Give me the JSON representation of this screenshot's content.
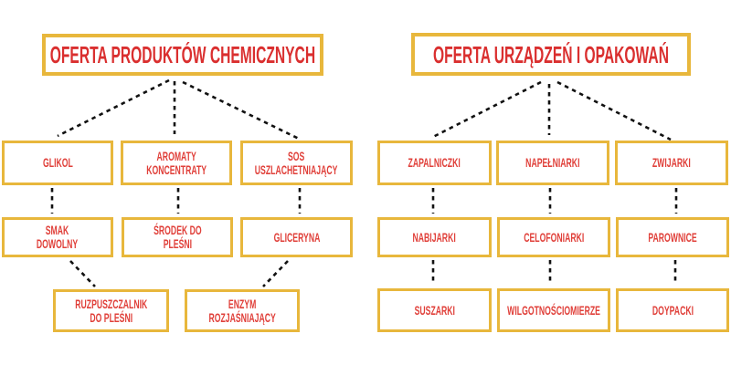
{
  "colors": {
    "background": "#ffffff",
    "box_border": "#e8b73c",
    "title_text": "#da2f2f",
    "label_text": "#e0403a",
    "connector": "#111111"
  },
  "diagram": {
    "left_tree": {
      "title": "OFERTA PRODUKTÓW CHEMICZNYCH",
      "level1": [
        "GLIKOL",
        "AROMATY\nKONCENTRATY",
        "SOS\nUSZLACHETNIAJĄCY"
      ],
      "level2": [
        "SMAK\nDOWOLNY",
        "ŚRODEK DO\nPLEŚNI",
        "GLICERYNA"
      ],
      "level3": [
        "RUZPUSZCZALNIK\nDO PLEŚNI",
        "ENZYM\nROZJAŚNIAJĄCY"
      ],
      "edges": [
        [
          "OFERTA PRODUKTÓW CHEMICZNYCH",
          "GLIKOL"
        ],
        [
          "OFERTA PRODUKTÓW CHEMICZNYCH",
          "AROMATY KONCENTRATY"
        ],
        [
          "OFERTA PRODUKTÓW CHEMICZNYCH",
          "SOS USZLACHETNIAJĄCY"
        ],
        [
          "GLIKOL",
          "SMAK DOWOLNY"
        ],
        [
          "AROMATY KONCENTRATY",
          "ŚRODEK DO PLEŚNI"
        ],
        [
          "SOS USZLACHETNIAJĄCY",
          "GLICERYNA"
        ],
        [
          "SMAK DOWOLNY",
          "RUZPUSZCZALNIK DO PLEŚNI"
        ],
        [
          "GLICERYNA",
          "ENZYM ROZJAŚNIAJĄCY"
        ]
      ]
    },
    "right_tree": {
      "title": "OFERTA URZĄDZEŃ I OPAKOWAŃ",
      "level1": [
        "ZAPALNICZKI",
        "NAPEŁNIARKI",
        "ZWIJARKI"
      ],
      "level2": [
        "NABIJARKI",
        "CELOFONIARKI",
        "PAROWNICE"
      ],
      "level3": [
        "SUSZARKI",
        "WILGOTNOŚCIOMIERZE",
        "DOYPACKI"
      ],
      "edges": [
        [
          "OFERTA URZĄDZEŃ I OPAKOWAŃ",
          "ZAPALNICZKI"
        ],
        [
          "OFERTA URZĄDZEŃ I OPAKOWAŃ",
          "NAPEŁNIARKI"
        ],
        [
          "OFERTA URZĄDZEŃ I OPAKOWAŃ",
          "ZWIJARKI"
        ],
        [
          "ZAPALNICZKI",
          "NABIJARKI"
        ],
        [
          "NAPEŁNIARKI",
          "CELOFONIARKI"
        ],
        [
          "ZWIJARKI",
          "PAROWNICE"
        ],
        [
          "NABIJARKI",
          "SUSZARKI"
        ],
        [
          "CELOFONIARKI",
          "WILGOTNOŚCIOMIERZE"
        ],
        [
          "PAROWNICE",
          "DOYPACKI"
        ]
      ]
    }
  }
}
